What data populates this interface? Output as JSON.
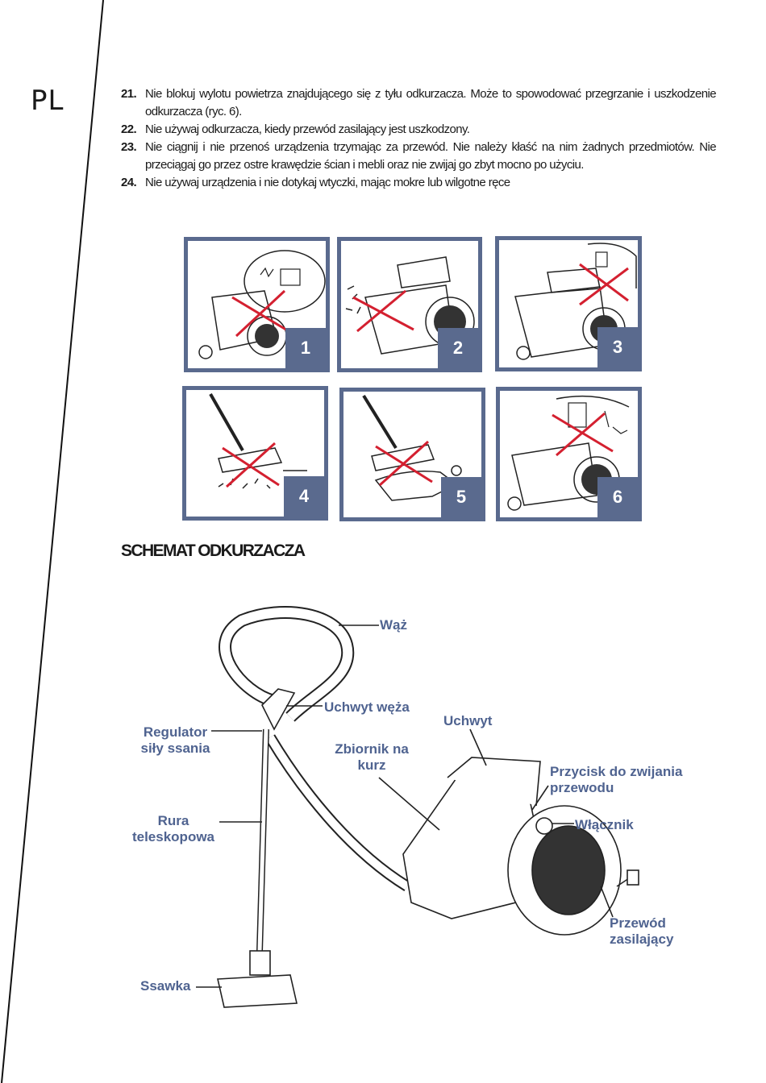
{
  "page": {
    "language_tag": "PL"
  },
  "rules": [
    {
      "num": "21.",
      "text": "Nie blokuj wylotu powietrza znajdującego się z tyłu odkurzacza. Może to spowodować przegrzanie i uszkodzenie odkurzacza (ryc. 6)."
    },
    {
      "num": "22.",
      "text": "Nie używaj odkurzacza, kiedy przewód zasilający jest uszkodzony."
    },
    {
      "num": "23.",
      "text": "Nie ciągnij i nie przenoś urządzenia trzymając za przewód. Nie należy kłaść na nim żadnych przedmiotów. Nie przeciągaj go przez ostre krawędzie ścian i mebli oraz nie zwijaj go zbyt mocno po użyciu."
    },
    {
      "num": "24.",
      "text": "Nie używaj urządzenia i nie dotykaj wtyczki, mając mokre lub wilgotne ręce"
    }
  ],
  "figures": [
    {
      "number": "1"
    },
    {
      "number": "2"
    },
    {
      "number": "3"
    },
    {
      "number": "4"
    },
    {
      "number": "5"
    },
    {
      "number": "6"
    }
  ],
  "schema": {
    "title": "SCHEMAT ODKURZACZA",
    "labels": {
      "waz": "Wąż",
      "uchwyt_weza": "Uchwyt węża",
      "regulator": "Regulator\nsiły ssania",
      "uchwyt": "Uchwyt",
      "zbiornik": "Zbiornik na\nkurz",
      "przycisk": "Przycisk do zwijania\nprzewodu",
      "rura": "Rura\nteleskopowa",
      "wlacznik": "Włącznik",
      "przewod": "Przewód\nzasilający",
      "ssawka": "Ssawka"
    }
  },
  "colors": {
    "accent": "#5a6a8e",
    "label": "#4f6390",
    "cross": "#d42030"
  }
}
